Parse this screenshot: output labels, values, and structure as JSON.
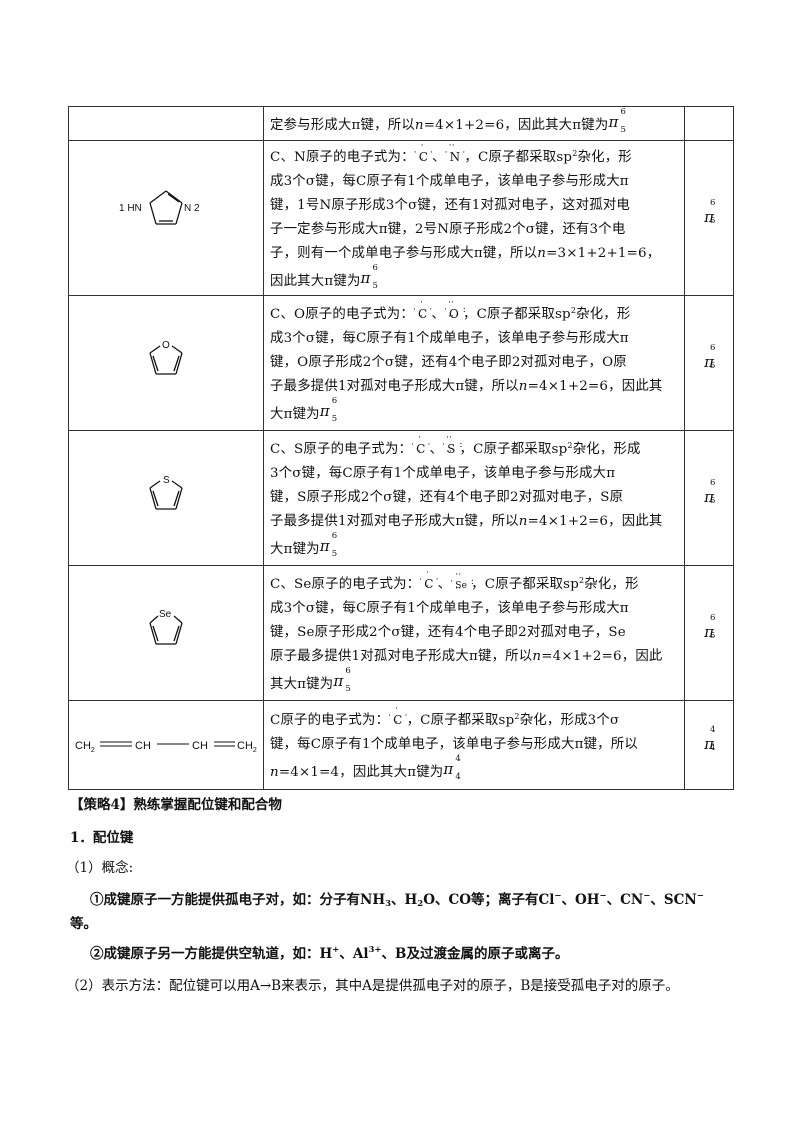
{
  "rows": [
    {
      "lines": [
        "定参与形成大π键，所以",
        "n",
        "=4×1+2=6，因此其大π键为"
      ],
      "result": {
        "sup": "6",
        "sub": "5"
      }
    },
    {
      "struct_labels": {
        "left": "1 HN",
        "right": "N 2"
      },
      "l1a": "C、N原子的电子式为：",
      "l1b": "C",
      "l1c": "、",
      "l1d": "N",
      "l1e": "，C原子都采取sp",
      "l1f": "2",
      "l1g": "杂化，形",
      "l2": "成3个σ键，每C原子有1个成单电子，该单电子参与形成大π",
      "l3": "键，1号N原子形成3个σ键，还有1对孤对电子，这对孤对电",
      "l4": "子一定参与形成大π键，2号N原子形成2个σ键，还有3个电",
      "l5a": "子，则有一个成单电子参与形成大π键，所以",
      "l5b": "n",
      "l5c": "=3×1+2+1=6，",
      "l6": "因此其大π键为",
      "pi_sup": "6",
      "pi_sub": "5",
      "result": {
        "sup": "6",
        "sub": "5"
      }
    },
    {
      "struct_labels": {
        "atom": "O"
      },
      "l1a": "C、O原子的电子式为：",
      "l1b": "C",
      "l1c": "、",
      "l1d": "O",
      "l1e": "，C原子都采取sp",
      "l1f": "2",
      "l1g": "杂化，形",
      "l2": "成3个σ键，每C原子有1个成单电子，该单电子参与形成大π",
      "l3": "键，O原子形成2个σ键，还有4个电子即2对孤对电子，O原",
      "l4a": "子最多提供1对孤对电子形成大π键，所以",
      "l4b": "n",
      "l4c": "=4×1+2=6，因此其",
      "l5": "大π键为",
      "pi_sup": "6",
      "pi_sub": "5",
      "result": {
        "sup": "6",
        "sub": "5"
      }
    },
    {
      "struct_labels": {
        "atom": "S"
      },
      "l1a": "C、S原子的电子式为：",
      "l1b": "C",
      "l1c": "、",
      "l1d": "S",
      "l1e": "，C原子都采取sp",
      "l1f": "2",
      "l1g": "杂化，形成",
      "l2": "3个σ键，每C原子有1个成单电子，该单电子参与形成大π",
      "l3": "键，S原子形成2个σ键，还有4个电子即2对孤对电子，S原",
      "l4a": "子最多提供1对孤对电子形成大π键，所以",
      "l4b": "n",
      "l4c": "=4×1+2=6，因此其",
      "l5": "大π键为",
      "pi_sup": "6",
      "pi_sub": "5",
      "result": {
        "sup": "6",
        "sub": "5"
      }
    },
    {
      "struct_labels": {
        "atom": "Se"
      },
      "l1a": "C、Se原子的电子式为：",
      "l1b": "C",
      "l1c": "、",
      "l1d": "Se",
      "l1e": "，C原子都采取sp",
      "l1f": "2",
      "l1g": "杂化，形",
      "l2": "成3个σ键，每C原子有1个成单电子，该单电子参与形成大π",
      "l3": "键，Se原子形成2个σ键，还有4个电子即2对孤对电子，Se",
      "l4a": "原子最多提供1对孤对电子形成大π键，所以",
      "l4b": "n",
      "l4c": "=4×1+2=6，因此",
      "l5": "其大π键为",
      "pi_sup": "6",
      "pi_sub": "5",
      "result": {
        "sup": "6",
        "sub": "5"
      }
    },
    {
      "struct_labels": {
        "ch2a": "CH",
        "sub2a": "2",
        "cha": "CH",
        "chb": "CH",
        "ch2b": "CH",
        "sub2b": "2"
      },
      "l1a": "C原子的电子式为：",
      "l1b": "C",
      "l1c": "，C原子都采取sp",
      "l1d": "2",
      "l1e": "杂化，形成3个σ",
      "l2": "键，每C原子有1个成单电子，该单电子参与形成大π键，所以",
      "l3a": "n",
      "l3b": "=4×1=4，因此其大π键为",
      "pi_sup": "4",
      "pi_sub": "4",
      "result": {
        "sup": "4",
        "sub": "4"
      }
    }
  ],
  "section": {
    "heading": "【策略4】熟练掌握配位键和配合物",
    "sub1": "1．配位键",
    "item1": "（1）概念:",
    "p1a": "①成键原子一方能提供孤电子对，如：分子有NH",
    "p1b": "3",
    "p1c": "、H",
    "p1d": "2",
    "p1e": "O、CO等；离子有Cl",
    "p1f": "−",
    "p1g": "、OH",
    "p1h": "−",
    "p1i": "、CN",
    "p1j": "−",
    "p1k": "、SCN",
    "p1l": "−",
    "p1m": "等。",
    "p2a": "②成键原子另一方能提供空轨道，如：H",
    "p2b": "+",
    "p2c": "、Al",
    "p2d": "3+",
    "p2e": "、B及过渡金属的原子或离子。",
    "item2": "（2）表示方法：配位键可以用A→B来表示，其中A是提供孤电子对的原子，B是接受孤电子对的原子。"
  }
}
